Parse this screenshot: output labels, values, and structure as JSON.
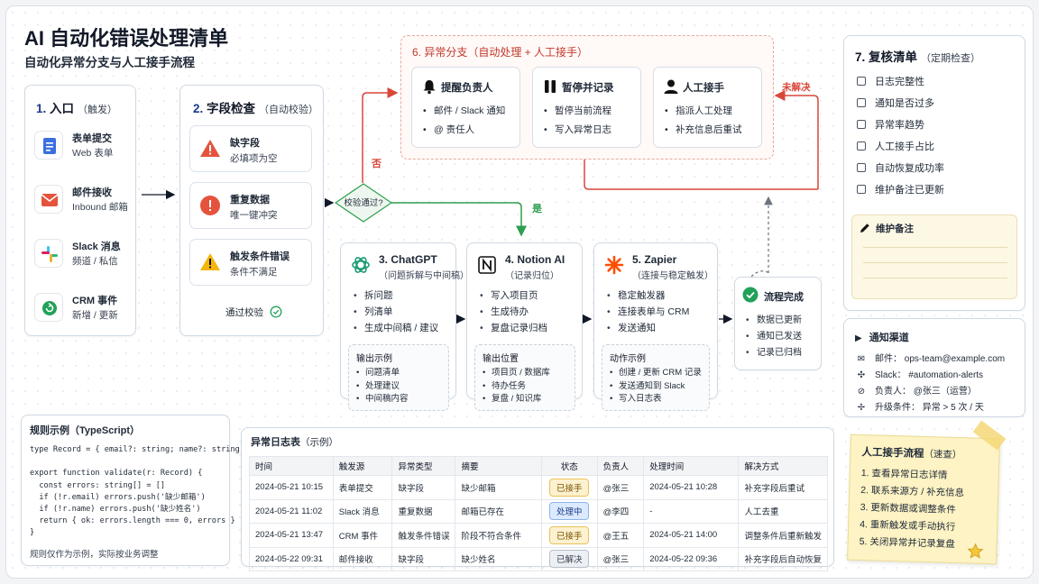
{
  "header": {
    "title": "AI 自动化错误处理清单",
    "subtitle": "自动化异常分支与人工接手流程"
  },
  "entry": {
    "num": "1.",
    "title": "入口",
    "paren": "（触发）",
    "items": [
      {
        "name": "表单提交",
        "desc": "Web 表单",
        "icon": "form-icon",
        "color": "#3b6fe0"
      },
      {
        "name": "邮件接收",
        "desc": "Inbound 邮箱",
        "icon": "mail-icon",
        "color": "#e5533d"
      },
      {
        "name": "Slack 消息",
        "desc": "频道 / 私信",
        "icon": "slack-icon",
        "color": "#4a154b"
      },
      {
        "name": "CRM 事件",
        "desc": "新增 / 更新",
        "icon": "crm-icon",
        "color": "#22a15a"
      }
    ]
  },
  "field_check": {
    "num": "2.",
    "title": "字段检查",
    "paren": "（自动校验）",
    "items": [
      {
        "name": "缺字段",
        "desc": "必填项为空",
        "icon": "warning-triangle-icon",
        "color": "#e5533d"
      },
      {
        "name": "重复数据",
        "desc": "唯一键冲突",
        "icon": "error-circle-icon",
        "color": "#e5533d"
      },
      {
        "name": "触发条件错误",
        "desc": "条件不满足",
        "icon": "caution-triangle-icon",
        "color": "#f5b50a"
      }
    ],
    "pass_label": "通过校验"
  },
  "decision": {
    "label": "校验通过?",
    "no_label": "否",
    "yes_label": "是",
    "unresolved_label": "未解决"
  },
  "tools": [
    {
      "title": "3. ChatGPT",
      "subtitle": "（问题拆解与中间稿）",
      "icon": "chatgpt-icon",
      "bullets": [
        "拆问题",
        "列清单",
        "生成中间稿 / 建议"
      ],
      "sub_title": "输出示例",
      "sub_items": [
        "问题清单",
        "处理建议",
        "中间稿内容"
      ]
    },
    {
      "title": "4. Notion AI",
      "subtitle": "（记录归位）",
      "icon": "notion-icon",
      "bullets": [
        "写入项目页",
        "生成待办",
        "复盘记录归档"
      ],
      "sub_title": "输出位置",
      "sub_items": [
        "项目页 / 数据库",
        "待办任务",
        "复盘 / 知识库"
      ]
    },
    {
      "title": "5. Zapier",
      "subtitle": "（连接与稳定触发）",
      "icon": "zapier-icon",
      "bullets": [
        "稳定触发器",
        "连接表单与 CRM",
        "发送通知"
      ],
      "sub_title": "动作示例",
      "sub_items": [
        "创建 / 更新 CRM 记录",
        "发送通知到 Slack",
        "写入日志表"
      ]
    }
  ],
  "complete": {
    "title": "流程完成",
    "bullets": [
      "数据已更新",
      "通知已发送",
      "记录已归档"
    ]
  },
  "branch": {
    "title": "6. 异常分支（自动处理 + 人工接手）",
    "cards": [
      {
        "title": "提醒负责人",
        "icon": "bell-icon",
        "bullets": [
          "邮件 / Slack 通知",
          "@ 责任人"
        ]
      },
      {
        "title": "暂停并记录",
        "icon": "pause-icon",
        "bullets": [
          "暂停当前流程",
          "写入异常日志"
        ]
      },
      {
        "title": "人工接手",
        "icon": "person-icon",
        "bullets": [
          "指派人工处理",
          "补充信息后重试"
        ]
      }
    ]
  },
  "review": {
    "num": "7.",
    "title": "复核清单",
    "paren": "（定期检查）",
    "items": [
      "日志完整性",
      "通知是否过多",
      "异常率趋势",
      "人工接手占比",
      "自动恢复成功率",
      "维护备注已更新"
    ],
    "note_title": "维护备注"
  },
  "notify": {
    "title": "通知渠道",
    "rows": [
      {
        "icon": "mail-icon",
        "label": "邮件：",
        "value": "ops-team@example.com"
      },
      {
        "icon": "slack-icon",
        "label": "Slack：",
        "value": "#automation-alerts"
      },
      {
        "icon": "person-check-icon",
        "label": "负责人：",
        "value": "@张三（运营）"
      },
      {
        "icon": "escalate-icon",
        "label": "升级条件：",
        "value": "异常 > 5 次 / 天"
      }
    ]
  },
  "code": {
    "title": "规则示例（TypeScript）",
    "lines": [
      "type Record = { email?: string; name?: string; }",
      "",
      "export function validate(r: Record) {",
      "  const errors: string[] = []",
      "  if (!r.email) errors.push('缺少邮箱')",
      "  if (!r.name) errors.push('缺少姓名')",
      "  return { ok: errors.length === 0, errors }",
      "}"
    ],
    "note": "规则仅作为示例，实际按业务调整"
  },
  "log": {
    "title": "异常日志表",
    "paren": "（示例）",
    "headers": [
      "时间",
      "触发源",
      "异常类型",
      "摘要",
      "状态",
      "负责人",
      "处理时间",
      "解决方式"
    ],
    "rows": [
      [
        "2024-05-21 10:15",
        "表单提交",
        "缺字段",
        "缺少邮箱",
        "已接手",
        "@张三",
        "2024-05-21 10:28",
        "补充字段后重试"
      ],
      [
        "2024-05-21 11:02",
        "Slack 消息",
        "重复数据",
        "邮箱已存在",
        "处理中",
        "@李四",
        "-",
        "人工去重"
      ],
      [
        "2024-05-21 13:47",
        "CRM 事件",
        "触发条件错误",
        "阶段不符合条件",
        "已接手",
        "@王五",
        "2024-05-21 14:00",
        "调整条件后重新触发"
      ],
      [
        "2024-05-22 09:31",
        "邮件接收",
        "缺字段",
        "缺少姓名",
        "已解决",
        "@张三",
        "2024-05-22 09:36",
        "补充字段后自动恢复"
      ]
    ],
    "status_colors": {
      "已接手": {
        "bg": "#fdf1cf",
        "border": "#e9c35a",
        "fg": "#7a5200"
      },
      "处理中": {
        "bg": "#dbeafe",
        "border": "#8fb2ea",
        "fg": "#1e3a8a"
      },
      "已解决": {
        "bg": "#eceff3",
        "border": "#b9c0c9",
        "fg": "#374151"
      }
    }
  },
  "sticky": {
    "title": "人工接手流程",
    "paren": "（速查）",
    "steps": [
      "1.  查看异常日志详情",
      "2.  联系来源方 / 补充信息",
      "3.  更新数据或调整条件",
      "4.  重新触发或手动执行",
      "5.  关闭异常并记录复盘"
    ]
  },
  "colors": {
    "accent": "#1e3a8a",
    "flow_red": "#d9473a",
    "flow_green": "#2e9e4f",
    "border": "#cfd8e3"
  }
}
